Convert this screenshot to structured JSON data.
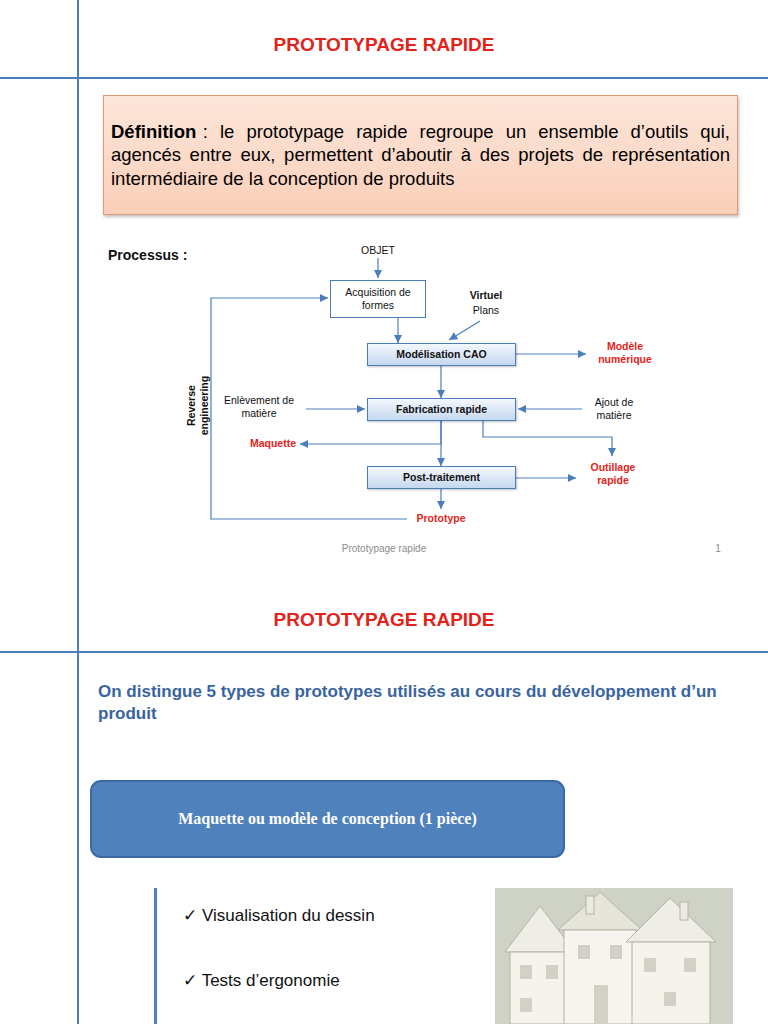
{
  "diagram": {
    "title": "PROTOTYPAGE RAPIDE",
    "nodes": [
      {
        "text": [
          "Définition",
          ": le prototypage rapide regroupe un ensemble d’outils qui, agencés entre eux, permettent d’aboutir à des projets de représentation intermédiaire de la conception de produits"
        ]
      },
      {
        "text": [
          "Acquisition de formes"
        ]
      },
      {
        "text": [
          "Modélisation CAO"
        ]
      },
      {
        "text": [
          "Fabrication rapide"
        ]
      },
      {
        "text": [
          "Post-traitement"
        ]
      },
      {
        "text": [
          "Maquette ou modèle de conception (1 pièce)"
        ]
      }
    ],
    "edges": [
      {
        "from": 1,
        "to": 2,
        "arrow": "to"
      },
      {
        "from": 2,
        "to": 3,
        "arrow": "to"
      },
      {
        "from": 3,
        "to": 4,
        "arrow": "to"
      }
    ],
    "labels": [
      "Processus :",
      "OBJET",
      "Virtuel",
      "Plans",
      "Reverse engineering",
      "Modèle numérique",
      "Enlèvement de matière",
      "Ajout de matière",
      "Maquette",
      "Outillage rapide",
      "Prototype",
      "Prototypage rapide",
      "1",
      "PROTOTYPAGE RAPIDE",
      "On distingue 5 types de prototypes utilisés au cours du développement d’un produit",
      "✓ Visualisation du dessin",
      "✓ Tests d’ergonomie"
    ]
  }
}
